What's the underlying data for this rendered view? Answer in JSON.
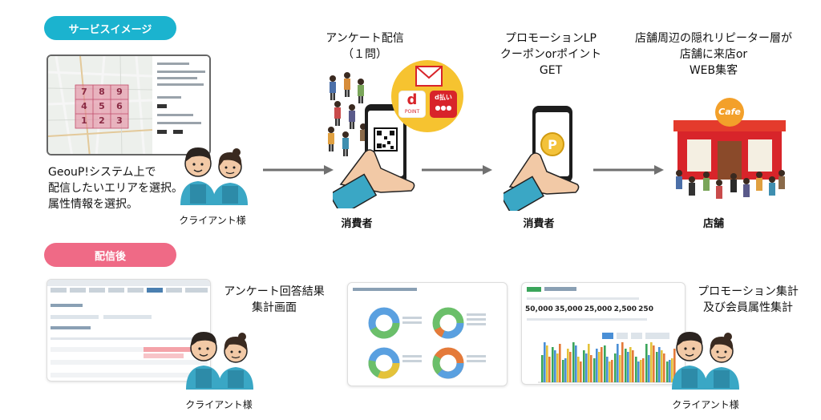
{
  "sections": {
    "service_image": "サービスイメージ",
    "after_delivery": "配信後"
  },
  "colors": {
    "teal_pill": "#1bb3cf",
    "pink_pill": "#ef6a86",
    "arrow": "#707070",
    "shirt": "#3aa7c5",
    "skin": "#f2c9a6",
    "hair": "#2b2420",
    "phone": "#1d1d1d",
    "coin": "#f3c23a",
    "cafe_red": "#d8242a",
    "cafe_roof": "#e43b2c"
  },
  "top_row": {
    "map_grid_numbers": [
      "7",
      "8",
      "9",
      "4",
      "5",
      "6",
      "1",
      "2",
      "3"
    ],
    "step1_text": "GeouP!システム上で\n配信したいエリアを選択。\n属性情報を選択。",
    "step1_caption": "クライアント様",
    "step2_title": "アンケート配信\n（１問）",
    "step2_caption": "消費者",
    "step2_badge_d": "d",
    "step2_badge_point": "POINT",
    "step2_badge_pay": "d払い",
    "step3_title": "プロモーションLP\nクーポンorポイント\nGET",
    "step3_caption": "消費者",
    "step4_title": "店舗周辺の隠れリピーター層が\n店舗に来店or\nWEB集客",
    "step4_caption": "店舗",
    "cafe_sign": "Cafe"
  },
  "bottom_row": {
    "survey_title": "アンケート回答結果\n集計画面",
    "client_caption_1": "クライアント様",
    "promo_title": "プロモーション集計\n及び会員属性集計",
    "client_caption_2": "クライアント様",
    "promo_stats": [
      "50,000",
      "35,000",
      "25,000",
      "2,500",
      "250"
    ]
  }
}
